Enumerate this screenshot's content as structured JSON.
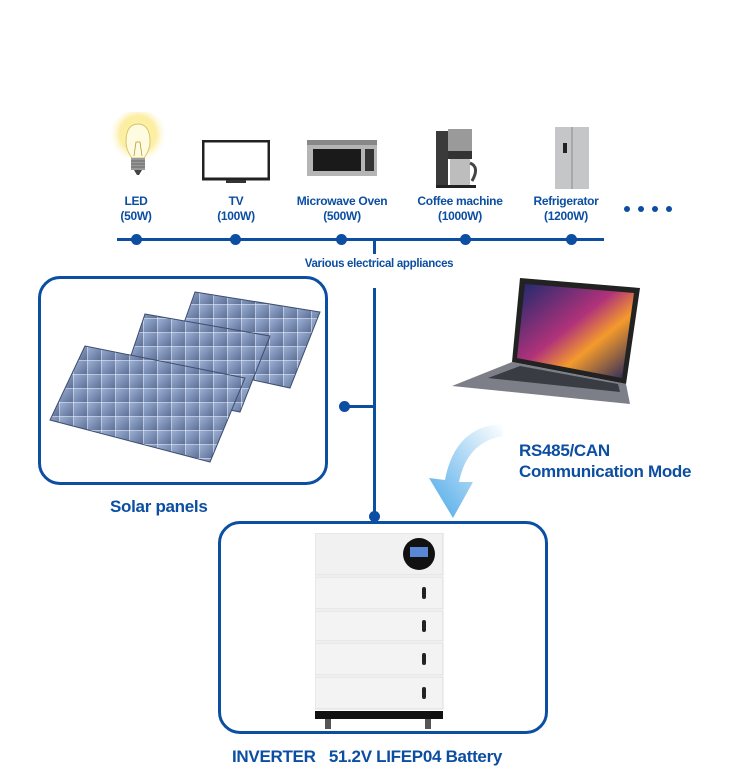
{
  "appliances": [
    {
      "name": "LED",
      "power": "(50W)",
      "icon": "light-bulb"
    },
    {
      "name": "TV",
      "power": "(100W)",
      "icon": "television"
    },
    {
      "name": "Microwave Oven",
      "power": "(500W)",
      "icon": "microwave"
    },
    {
      "name": "Coffee machine",
      "power": "(1000W)",
      "icon": "coffee-machine"
    },
    {
      "name": "Refrigerator",
      "power": "(1200W)",
      "icon": "refrigerator"
    }
  ],
  "appliances_caption": "Various electrical appliances",
  "solar": {
    "label": "Solar panels"
  },
  "communication": {
    "line1": "RS485/CAN",
    "line2": "Communication Mode"
  },
  "battery": {
    "label": "INVERTER   51.2V LIFEP04 Battery"
  },
  "colors": {
    "primary": "#0b4ea2",
    "arrow": "#5ab4ec"
  }
}
